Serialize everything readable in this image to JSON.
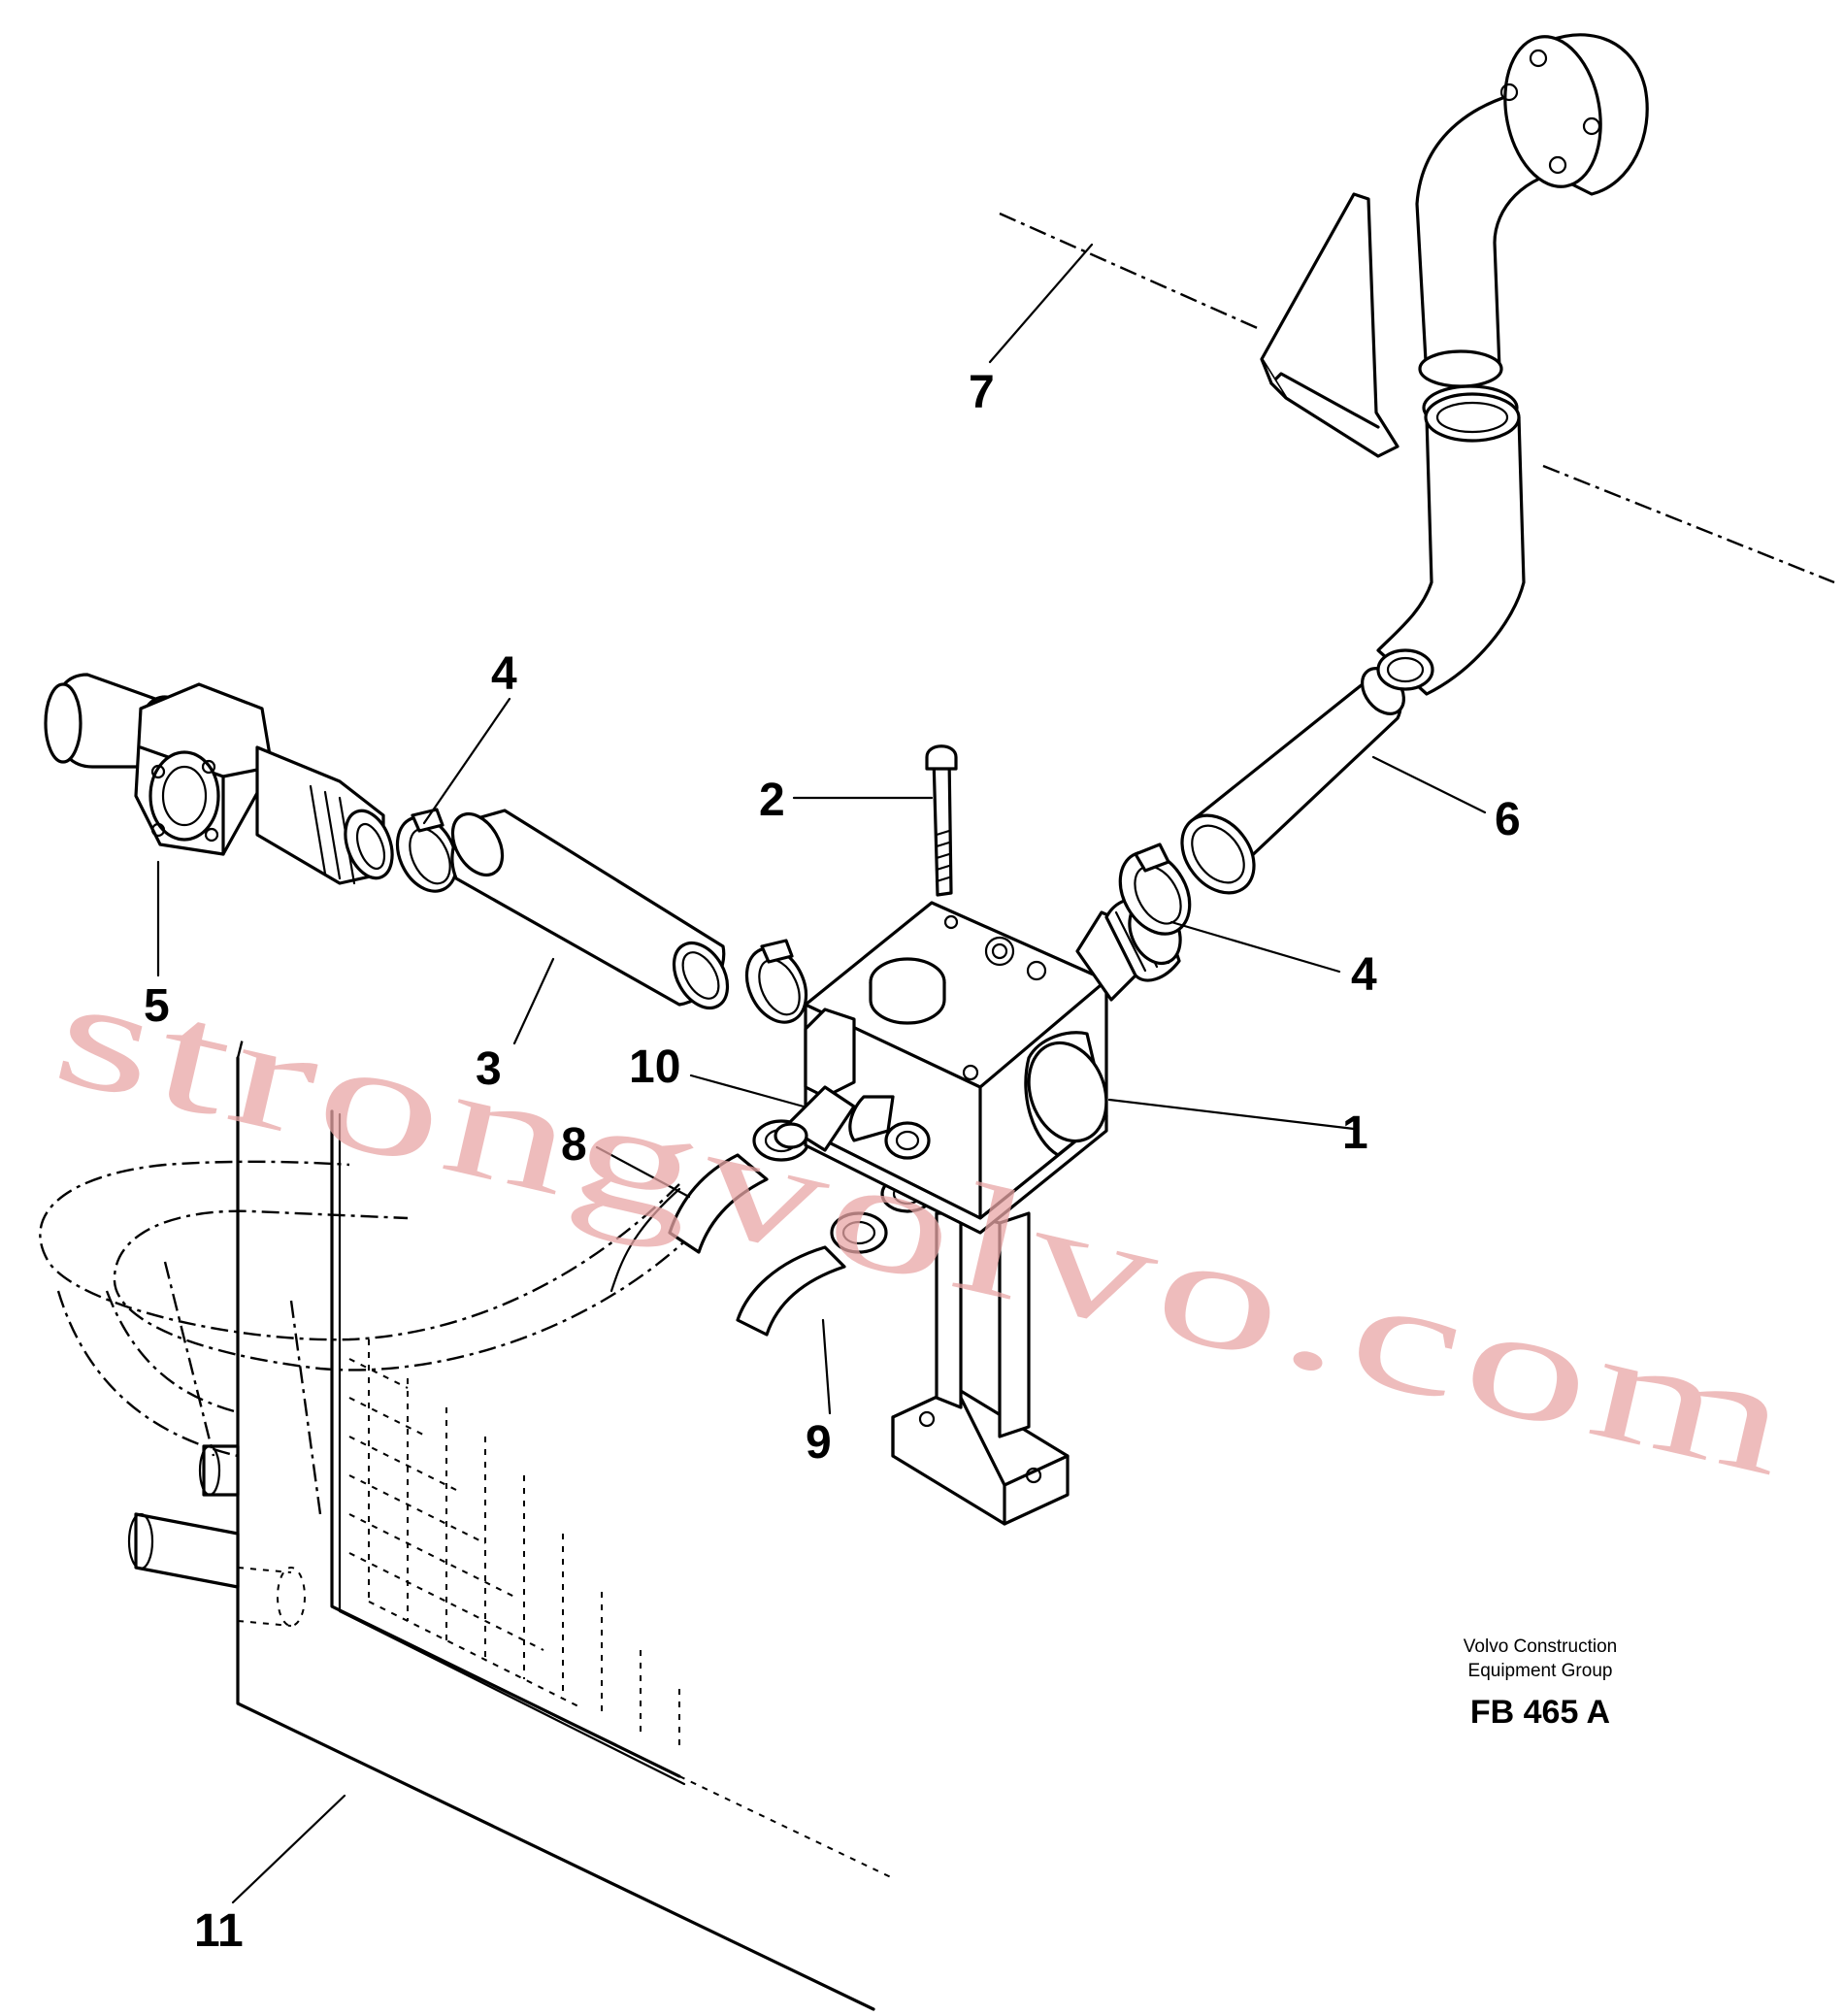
{
  "diagram": {
    "callouts": [
      "1",
      "2",
      "3",
      "4",
      "4",
      "5",
      "6",
      "7",
      "8",
      "9",
      "10",
      "11"
    ],
    "credit_line1": "Volvo Construction",
    "credit_line2": "Equipment Group",
    "drawing_code": "FB 465 A",
    "watermark": "strongvolvo.com",
    "watermark_color": "#e8a6a6"
  }
}
